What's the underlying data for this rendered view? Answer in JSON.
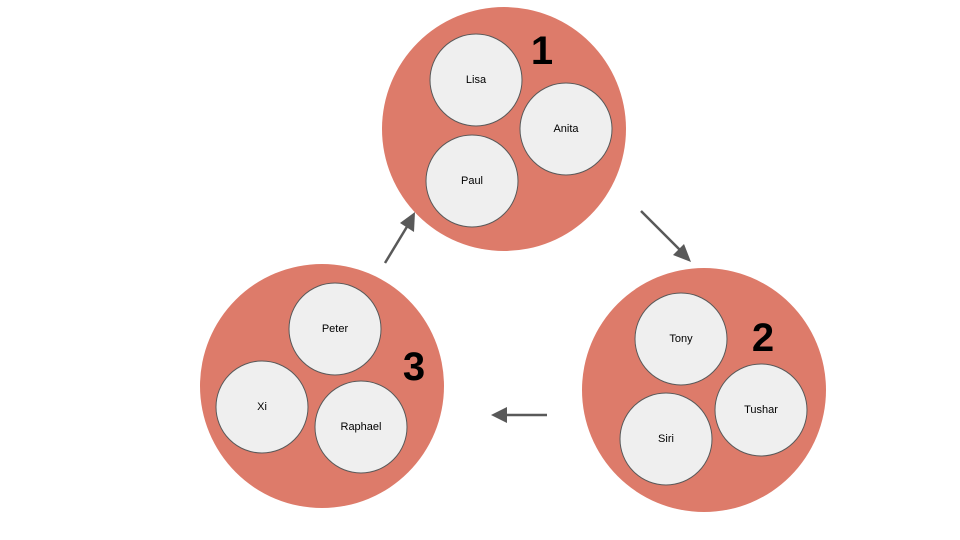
{
  "groups": [
    {
      "number": "1",
      "members": [
        "Lisa",
        "Anita",
        "Paul"
      ]
    },
    {
      "number": "2",
      "members": [
        "Tony",
        "Tushar",
        "Siri"
      ]
    },
    {
      "number": "3",
      "members": [
        "Peter",
        "Xi",
        "Raphael"
      ]
    }
  ],
  "colors": {
    "group_fill": "#dd7b6a",
    "member_fill": "#efefef",
    "member_stroke": "#595959",
    "arrow": "#595959"
  }
}
